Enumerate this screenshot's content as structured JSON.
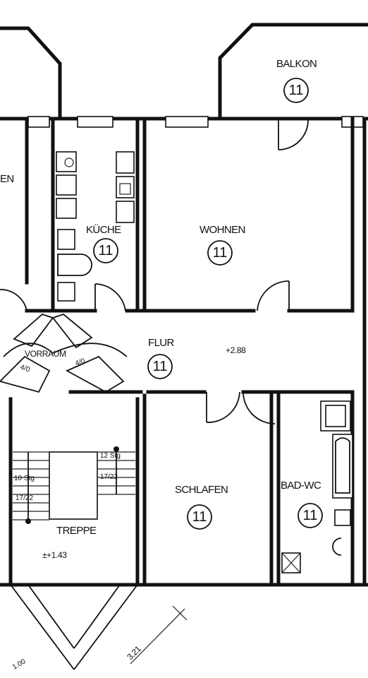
{
  "rooms": {
    "balkon": {
      "label": "BALKON",
      "number": "11"
    },
    "kueche": {
      "label": "KÜCHE",
      "number": "11"
    },
    "wohnen": {
      "label": "WOHNEN",
      "number": "11"
    },
    "flur": {
      "label": "FLUR",
      "number": "11",
      "level": "+2.88"
    },
    "vorraum": {
      "label": "VORRAUM"
    },
    "schlafen": {
      "label": "SCHLAFEN",
      "number": "11"
    },
    "bad": {
      "label": "BAD-WC",
      "number": "11"
    },
    "treppe": {
      "label": "TREPPE",
      "level": "±+1.43"
    },
    "left_room": {
      "label": "EN"
    }
  },
  "door_labels": {
    "left": "4/0",
    "right": "4/0"
  },
  "stair_labels": {
    "left_steps": "10 Stg",
    "left_ratio": "17/22",
    "right_steps": "12 Stg",
    "right_ratio": "17/22"
  },
  "dimensions": {
    "diagonal": "3.21",
    "bottom_left": "1.00"
  }
}
